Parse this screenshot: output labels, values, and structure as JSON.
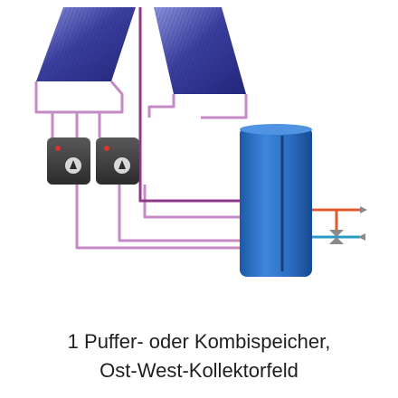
{
  "caption": {
    "line1": "1 Puffer- oder Kombispeicher,",
    "line2": "Ost-West-Kollektorfeld"
  },
  "colors": {
    "collector_dark": "#2b2f86",
    "collector_light": "#7a84d6",
    "pipe_solar": "#c48ac6",
    "pipe_solar_dark": "#8e3a8a",
    "tank_body": "#2f72c8",
    "tank_dark": "#1b4f9a",
    "station_body": "#3c3c3c",
    "hot_water": "#e05a2a",
    "cold_water": "#2a9bc4",
    "mixer_valve": "#8a8a8a"
  },
  "components": {
    "collectors": [
      "collector-west",
      "collector-east"
    ],
    "stations": [
      "solar-station-1",
      "solar-station-2"
    ],
    "storage": "buffer-tank",
    "valve": "mixing-valve"
  }
}
